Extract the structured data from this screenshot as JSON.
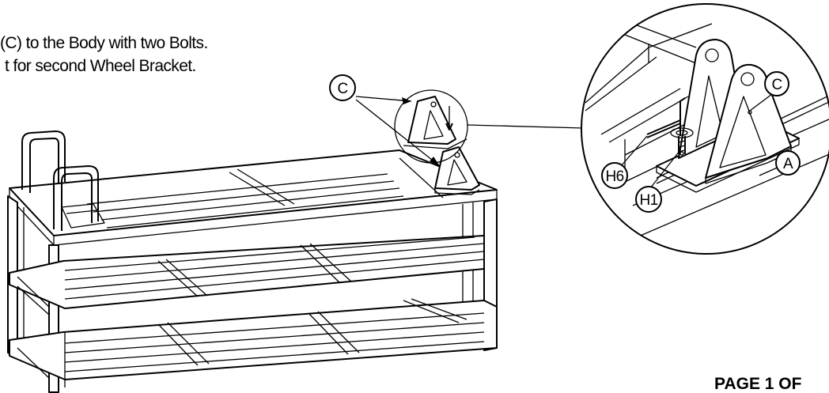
{
  "instructions": {
    "line1": "(C) to the Body with two Bolts.",
    "line2": "t for second Wheel Bracket."
  },
  "callouts": {
    "bracket_main": "C",
    "bracket_detail": "C",
    "body": "A",
    "part_h6": "H6",
    "part_h1": "H1"
  },
  "footer": {
    "page_label": "PAGE 1 OF"
  }
}
